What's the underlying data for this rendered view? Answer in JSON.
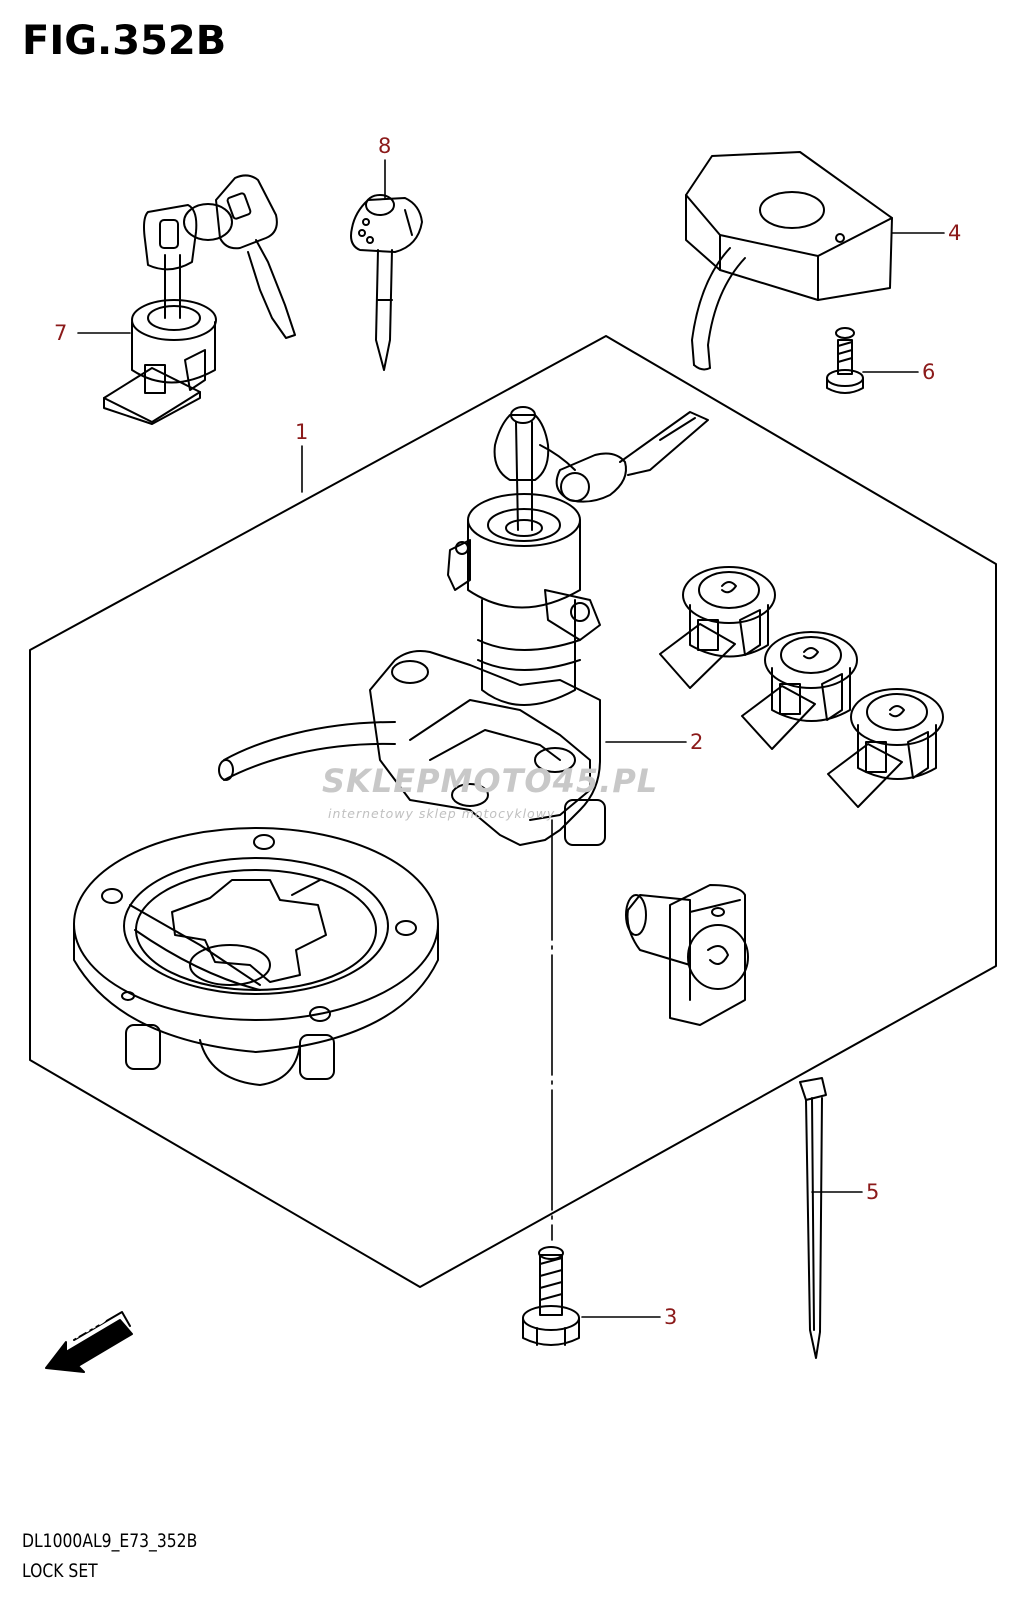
{
  "figure": {
    "title": "FIG.352B",
    "code": "DL1000AL9_E73_352B",
    "name": "LOCK SET"
  },
  "callouts": [
    {
      "id": "1",
      "label": "1"
    },
    {
      "id": "2",
      "label": "2"
    },
    {
      "id": "3",
      "label": "3"
    },
    {
      "id": "4",
      "label": "4"
    },
    {
      "id": "5",
      "label": "5"
    },
    {
      "id": "6",
      "label": "6"
    },
    {
      "id": "7",
      "label": "7"
    },
    {
      "id": "8",
      "label": "8"
    }
  ],
  "direction_marker": {
    "label": "FWD"
  },
  "watermark": {
    "brand": "SKLEPMOTO45.PL",
    "tagline": "internetowy sklep motocyklowy"
  },
  "colors": {
    "callout": "#8b1a1a",
    "line": "#000000",
    "watermark": "#c8c8c8"
  }
}
